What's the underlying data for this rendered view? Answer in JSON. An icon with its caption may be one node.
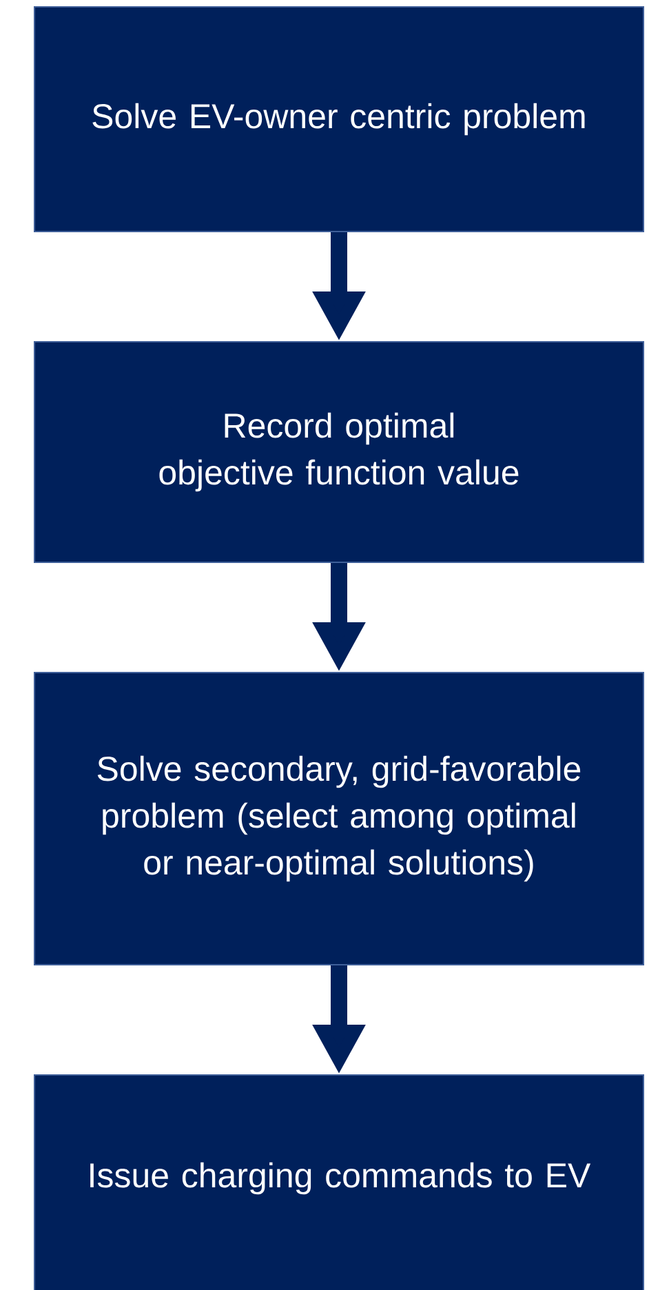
{
  "diagram": {
    "nodes": [
      {
        "text": [
          "Solve EV-owner centric problem"
        ]
      },
      {
        "text": [
          "Record optimal objective function value"
        ]
      },
      {
        "text": [
          "Solve secondary, grid-favorable problem (select among optimal or near-optimal solutions)"
        ]
      },
      {
        "text": [
          "Issue charging commands to EV"
        ]
      }
    ],
    "edges": [
      {
        "from": 0,
        "to": 1,
        "arrow": "to"
      },
      {
        "from": 1,
        "to": 2,
        "arrow": "to"
      },
      {
        "from": 2,
        "to": 3,
        "arrow": "to"
      }
    ]
  }
}
